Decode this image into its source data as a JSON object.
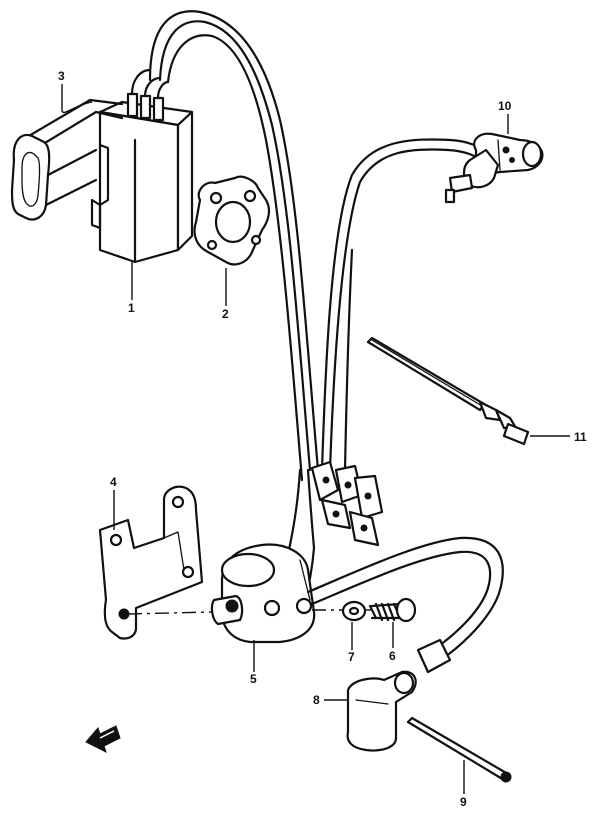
{
  "labels": {
    "p1": "1",
    "p2": "2",
    "p3": "3",
    "p4": "4",
    "p5": "5",
    "p6": "6",
    "p7": "7",
    "p8": "8",
    "p9": "9",
    "p10": "10",
    "p11": "11"
  },
  "icons": {
    "front_arrow": "front-direction-arrow-icon"
  }
}
